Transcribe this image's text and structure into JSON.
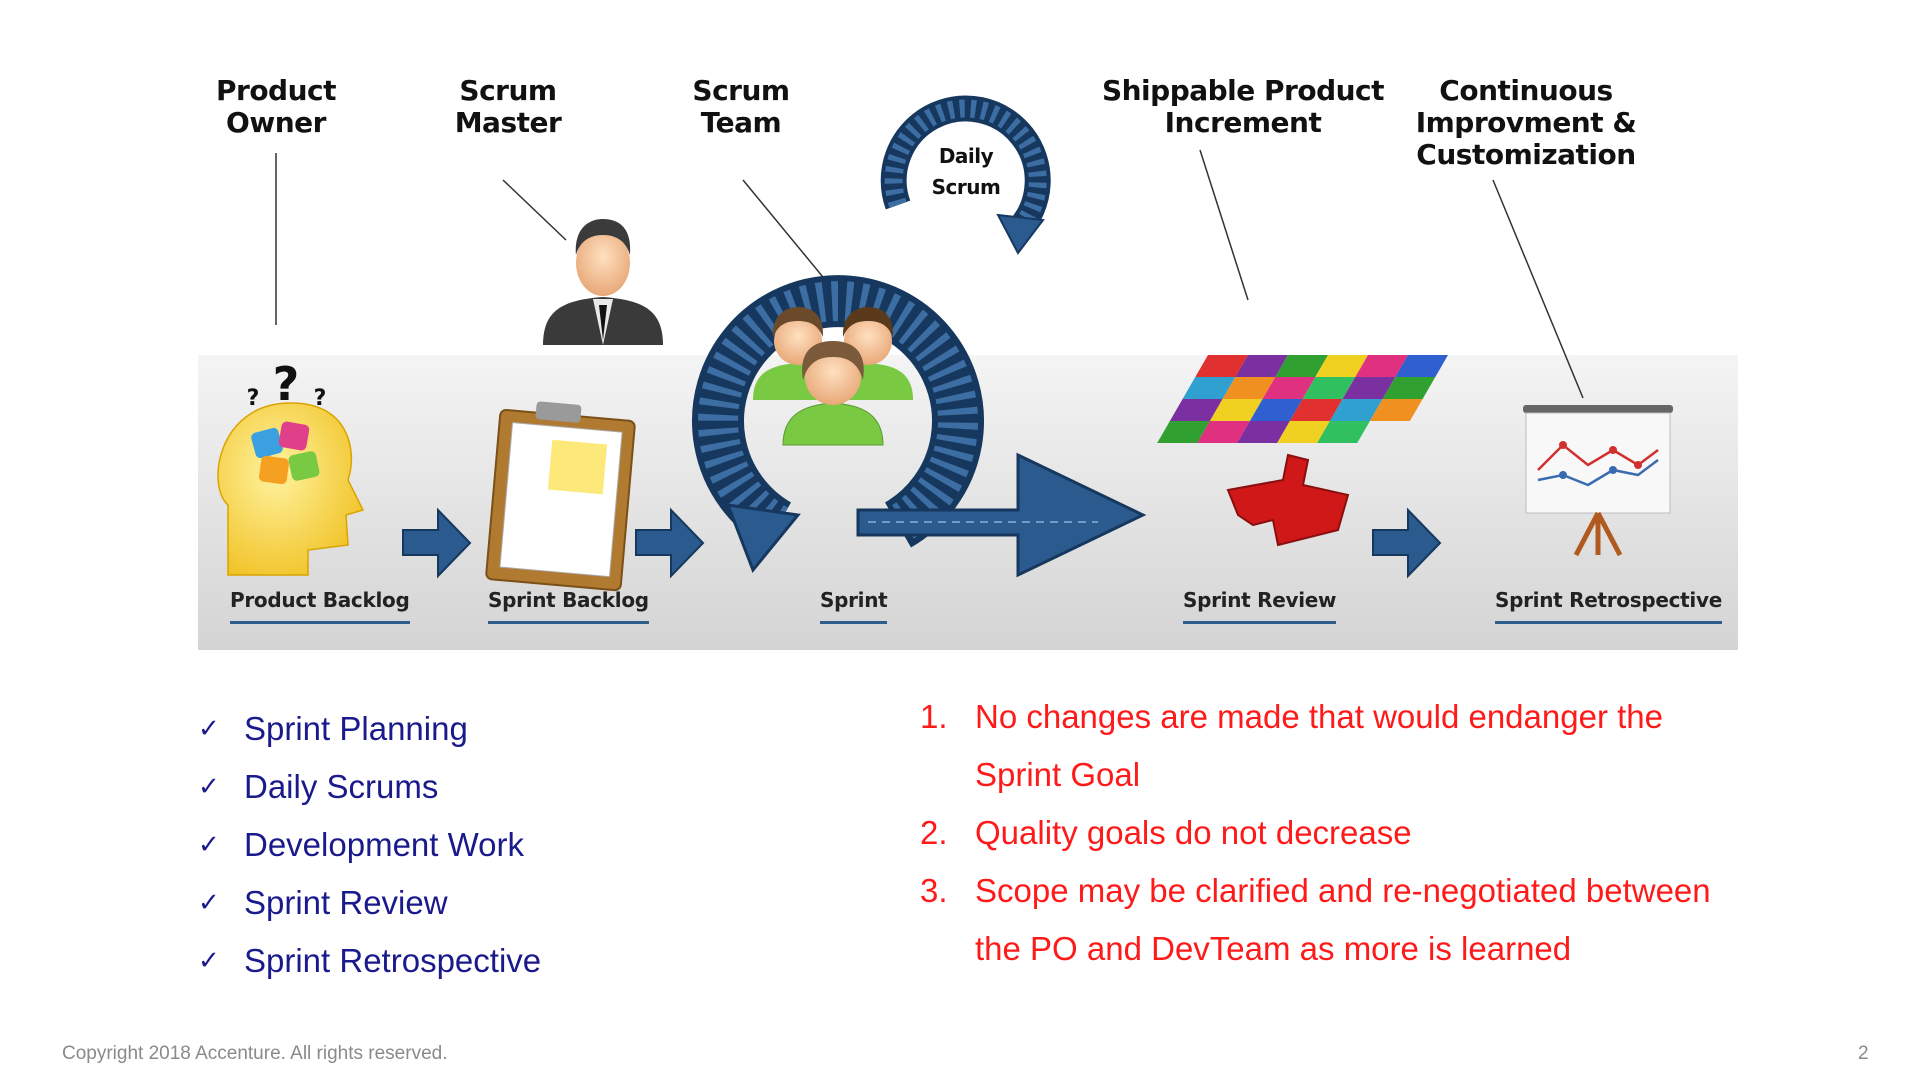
{
  "diagram": {
    "roles": {
      "product_owner": [
        "Product",
        "Owner"
      ],
      "scrum_master": [
        "Scrum",
        "Master"
      ],
      "scrum_team": [
        "Scrum",
        "Team"
      ],
      "daily_scrum": [
        "Daily",
        "Scrum"
      ],
      "shippable_increment": [
        "Shippable Product",
        "Increment"
      ],
      "continuous_improvement": [
        "Continuous",
        "Improvment &",
        "Customization"
      ]
    },
    "stages": [
      "Product Backlog",
      "Sprint Backlog",
      "Sprint",
      "Sprint Review",
      "Sprint Retrospective"
    ],
    "colors": {
      "arrow": "#2a5a8e",
      "arrow_dark": "#17385e",
      "band": "#d9d9d9",
      "underline": "#2f5d8c"
    }
  },
  "events": {
    "items": [
      "Sprint Planning",
      "Daily Scrums",
      "Development Work",
      "Sprint Review",
      "Sprint Retrospective"
    ],
    "check_glyph": "✓",
    "color": "#1a1a8c"
  },
  "rules": {
    "items": [
      {
        "num": "1.",
        "text": "No changes are made that would endanger the Sprint Goal"
      },
      {
        "num": "2.",
        "text": "Quality goals do not decrease"
      },
      {
        "num": "3.",
        "text": "Scope may be clarified and re-negotiated between the PO and DevTeam as more is learned"
      }
    ],
    "color": "#ff1a1a"
  },
  "footer": {
    "copyright": "Copyright 2018 Accenture. All rights reserved.",
    "page_number": "2"
  }
}
